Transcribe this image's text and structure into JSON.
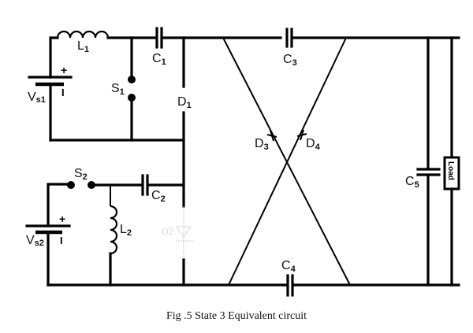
{
  "caption": "Fig .5 State 3 Equivalent circuit",
  "components": {
    "L1": {
      "name": "L",
      "sub": "1"
    },
    "C1": {
      "name": "C",
      "sub": "1"
    },
    "S1": {
      "name": "S",
      "sub": "1"
    },
    "D1": {
      "name": "D",
      "sub": "1"
    },
    "Vs1": {
      "name": "V",
      "sub": "s1"
    },
    "S2": {
      "name": "S",
      "sub": "2"
    },
    "C2": {
      "name": "C",
      "sub": "2"
    },
    "L2": {
      "name": "L",
      "sub": "2"
    },
    "Vs2": {
      "name": "V",
      "sub": "s2"
    },
    "C3": {
      "name": "C",
      "sub": "3"
    },
    "C4": {
      "name": "C",
      "sub": "4"
    },
    "D3": {
      "name": "D",
      "sub": "3"
    },
    "D4": {
      "name": "D",
      "sub": "4"
    },
    "C5": {
      "name": "C",
      "sub": "5"
    },
    "Load": {
      "name": "Load"
    }
  },
  "polarity": {
    "plus": "+",
    "minus": "I"
  }
}
